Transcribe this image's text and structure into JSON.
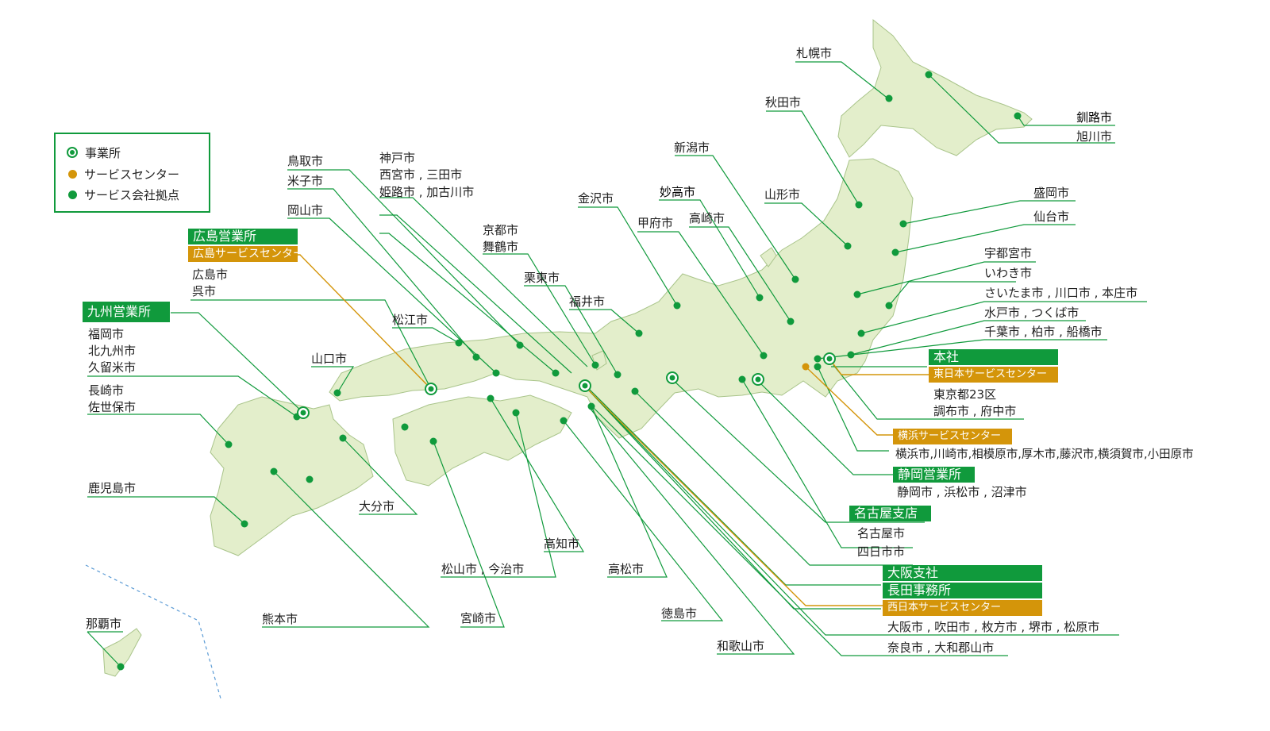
{
  "legend": {
    "office": "事業所",
    "service_center": "サービスセンター",
    "service_company": "サービス会社拠点"
  },
  "colors": {
    "green": "#109a3c",
    "orange": "#d4950a",
    "land": "#e3eecb",
    "sea_line": "#5b9bd5"
  },
  "labels": {
    "sapporo": "札幌市",
    "kushiro": "釧路市",
    "asahikawa": "旭川市",
    "akita": "秋田市",
    "niigata": "新潟市",
    "yamagata": "山形市",
    "morioka": "盛岡市",
    "sendai": "仙台市",
    "myoko": "妙高市",
    "takasaki": "高崎市",
    "kofu": "甲府市",
    "kanazawa": "金沢市",
    "utsunomiya": "宇都宮市",
    "iwaki": "いわき市",
    "saitama": "さいたま市 , 川口市 , 本庄市",
    "mito": "水戸市 , つくば市",
    "chiba": "千葉市 , 柏市 , 船橋市",
    "hq": "本社",
    "east_sc": "東日本サービスセンター",
    "tokyo23": "東京都23区",
    "chofu": "調布市 , 府中市",
    "yokohama_sc": "横浜サービスセンター",
    "yokohama_cities": "横浜市,川崎市,相模原市,厚木市,藤沢市,横須賀市,小田原市",
    "shizuoka_office": "静岡営業所",
    "shizuoka_cities": "静岡市 , 浜松市 , 沼津市",
    "nagoya_branch": "名古屋支店",
    "nagoya": "名古屋市",
    "yokkaichi": "四日市市",
    "osaka_branch": "大阪支社",
    "nagata": "長田事務所",
    "west_sc": "西日本サービスセンター",
    "osaka_cities": "大阪市 , 吹田市 , 枚方市 , 堺市 , 松原市",
    "nara_cities": "奈良市 , 大和郡山市",
    "tottori": "鳥取市",
    "yonago": "米子市",
    "kobe": "神戸市",
    "nishinomiya": "西宮市 , 三田市",
    "himeji": "姫路市 , 加古川市",
    "okayama": "岡山市",
    "kyoto": "京都市",
    "maizuru": "舞鶴市",
    "ritto": "栗東市",
    "fukui": "福井市",
    "hiroshima_office": "広島営業所",
    "hiroshima_sc": "広島サービスセンター",
    "hiroshima": "広島市",
    "kure": "呉市",
    "matsue": "松江市",
    "kyushu_office": "九州営業所",
    "fukuoka": "福岡市",
    "kitakyushu": "北九州市",
    "kurume": "久留米市",
    "nagasaki": "長崎市",
    "sasebo": "佐世保市",
    "yamaguchi": "山口市",
    "kagoshima": "鹿児島市",
    "oita": "大分市",
    "kochi": "高知市",
    "matsuyama": "松山市 , 今治市",
    "takamatsu": "高松市",
    "miyazaki": "宮崎市",
    "kumamoto": "熊本市",
    "tokushima": "徳島市",
    "wakayama": "和歌山市",
    "naha": "那覇市"
  }
}
